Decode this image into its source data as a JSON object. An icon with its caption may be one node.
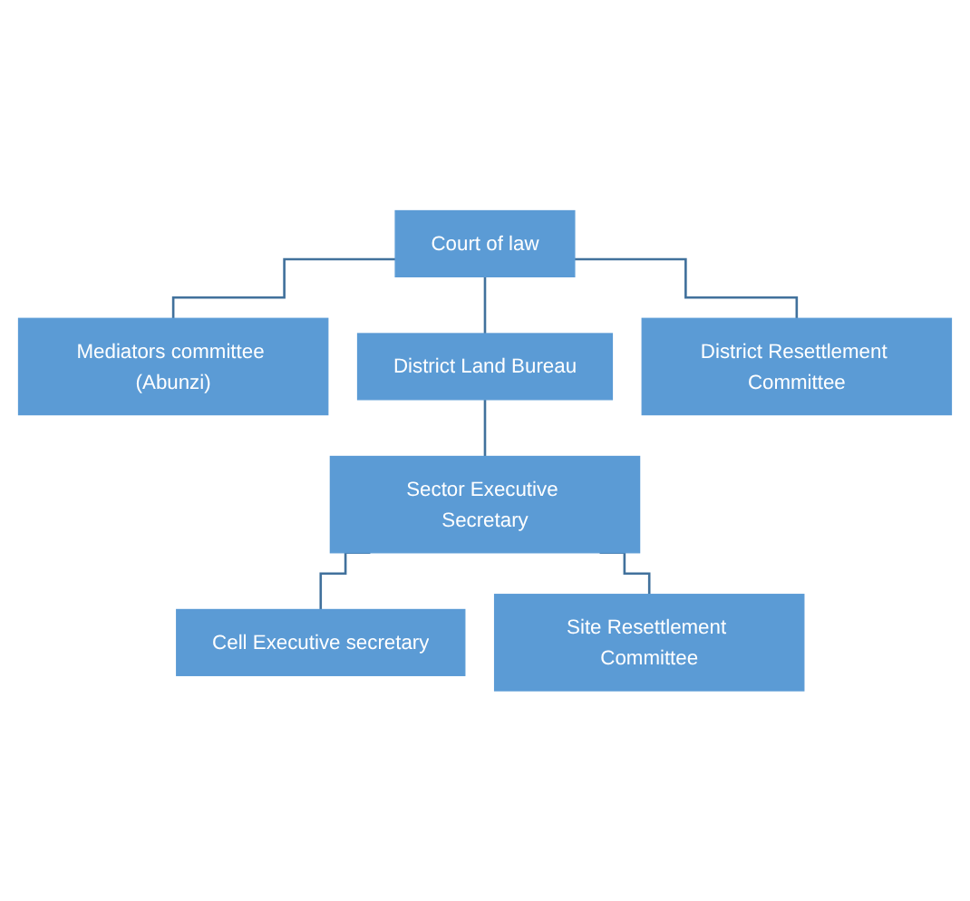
{
  "diagram": {
    "nodes": [
      {
        "text": [
          "Court of law"
        ]
      },
      {
        "text": [
          "Mediators committee (Abunzi)"
        ]
      },
      {
        "text": [
          "District Land Bureau"
        ]
      },
      {
        "text": [
          "District Resettlement Committee"
        ]
      },
      {
        "text": [
          "Sector Executive Secretary"
        ]
      },
      {
        "text": [
          "Cell Executive secretary"
        ]
      },
      {
        "text": [
          "Site Resettlement Committee"
        ]
      }
    ],
    "edges": [
      {
        "from": 0,
        "to": 1,
        "arrow": "none"
      },
      {
        "from": 0,
        "to": 2,
        "arrow": "none"
      },
      {
        "from": 0,
        "to": 3,
        "arrow": "none"
      },
      {
        "from": 2,
        "to": 4,
        "arrow": "none"
      },
      {
        "from": 4,
        "to": 5,
        "arrow": "none"
      },
      {
        "from": 4,
        "to": 6,
        "arrow": "none"
      }
    ]
  }
}
